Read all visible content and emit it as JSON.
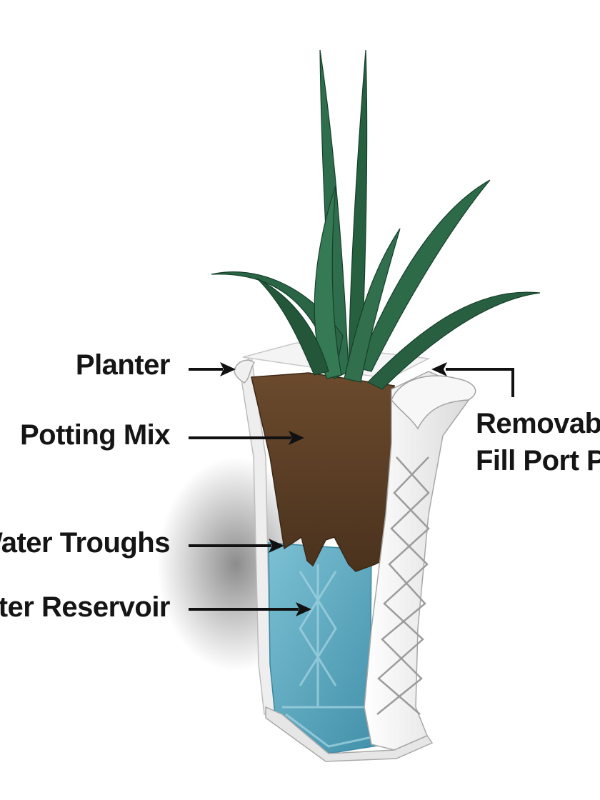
{
  "labels": {
    "planter": "Planter",
    "potting_mix": "Potting Mix",
    "water_troughs": "Water Troughs",
    "water_reservoir": "Water Reservoir",
    "fill_port_line1": "Removable",
    "fill_port_line2": "Fill Port Plug"
  },
  "colors": {
    "leaf": "#2e6b4a",
    "leaf_dark": "#1f4e35",
    "soil": "#5a3e26",
    "water": "#5aa6bd",
    "planter": "#f2f2f2",
    "text": "#151515"
  }
}
